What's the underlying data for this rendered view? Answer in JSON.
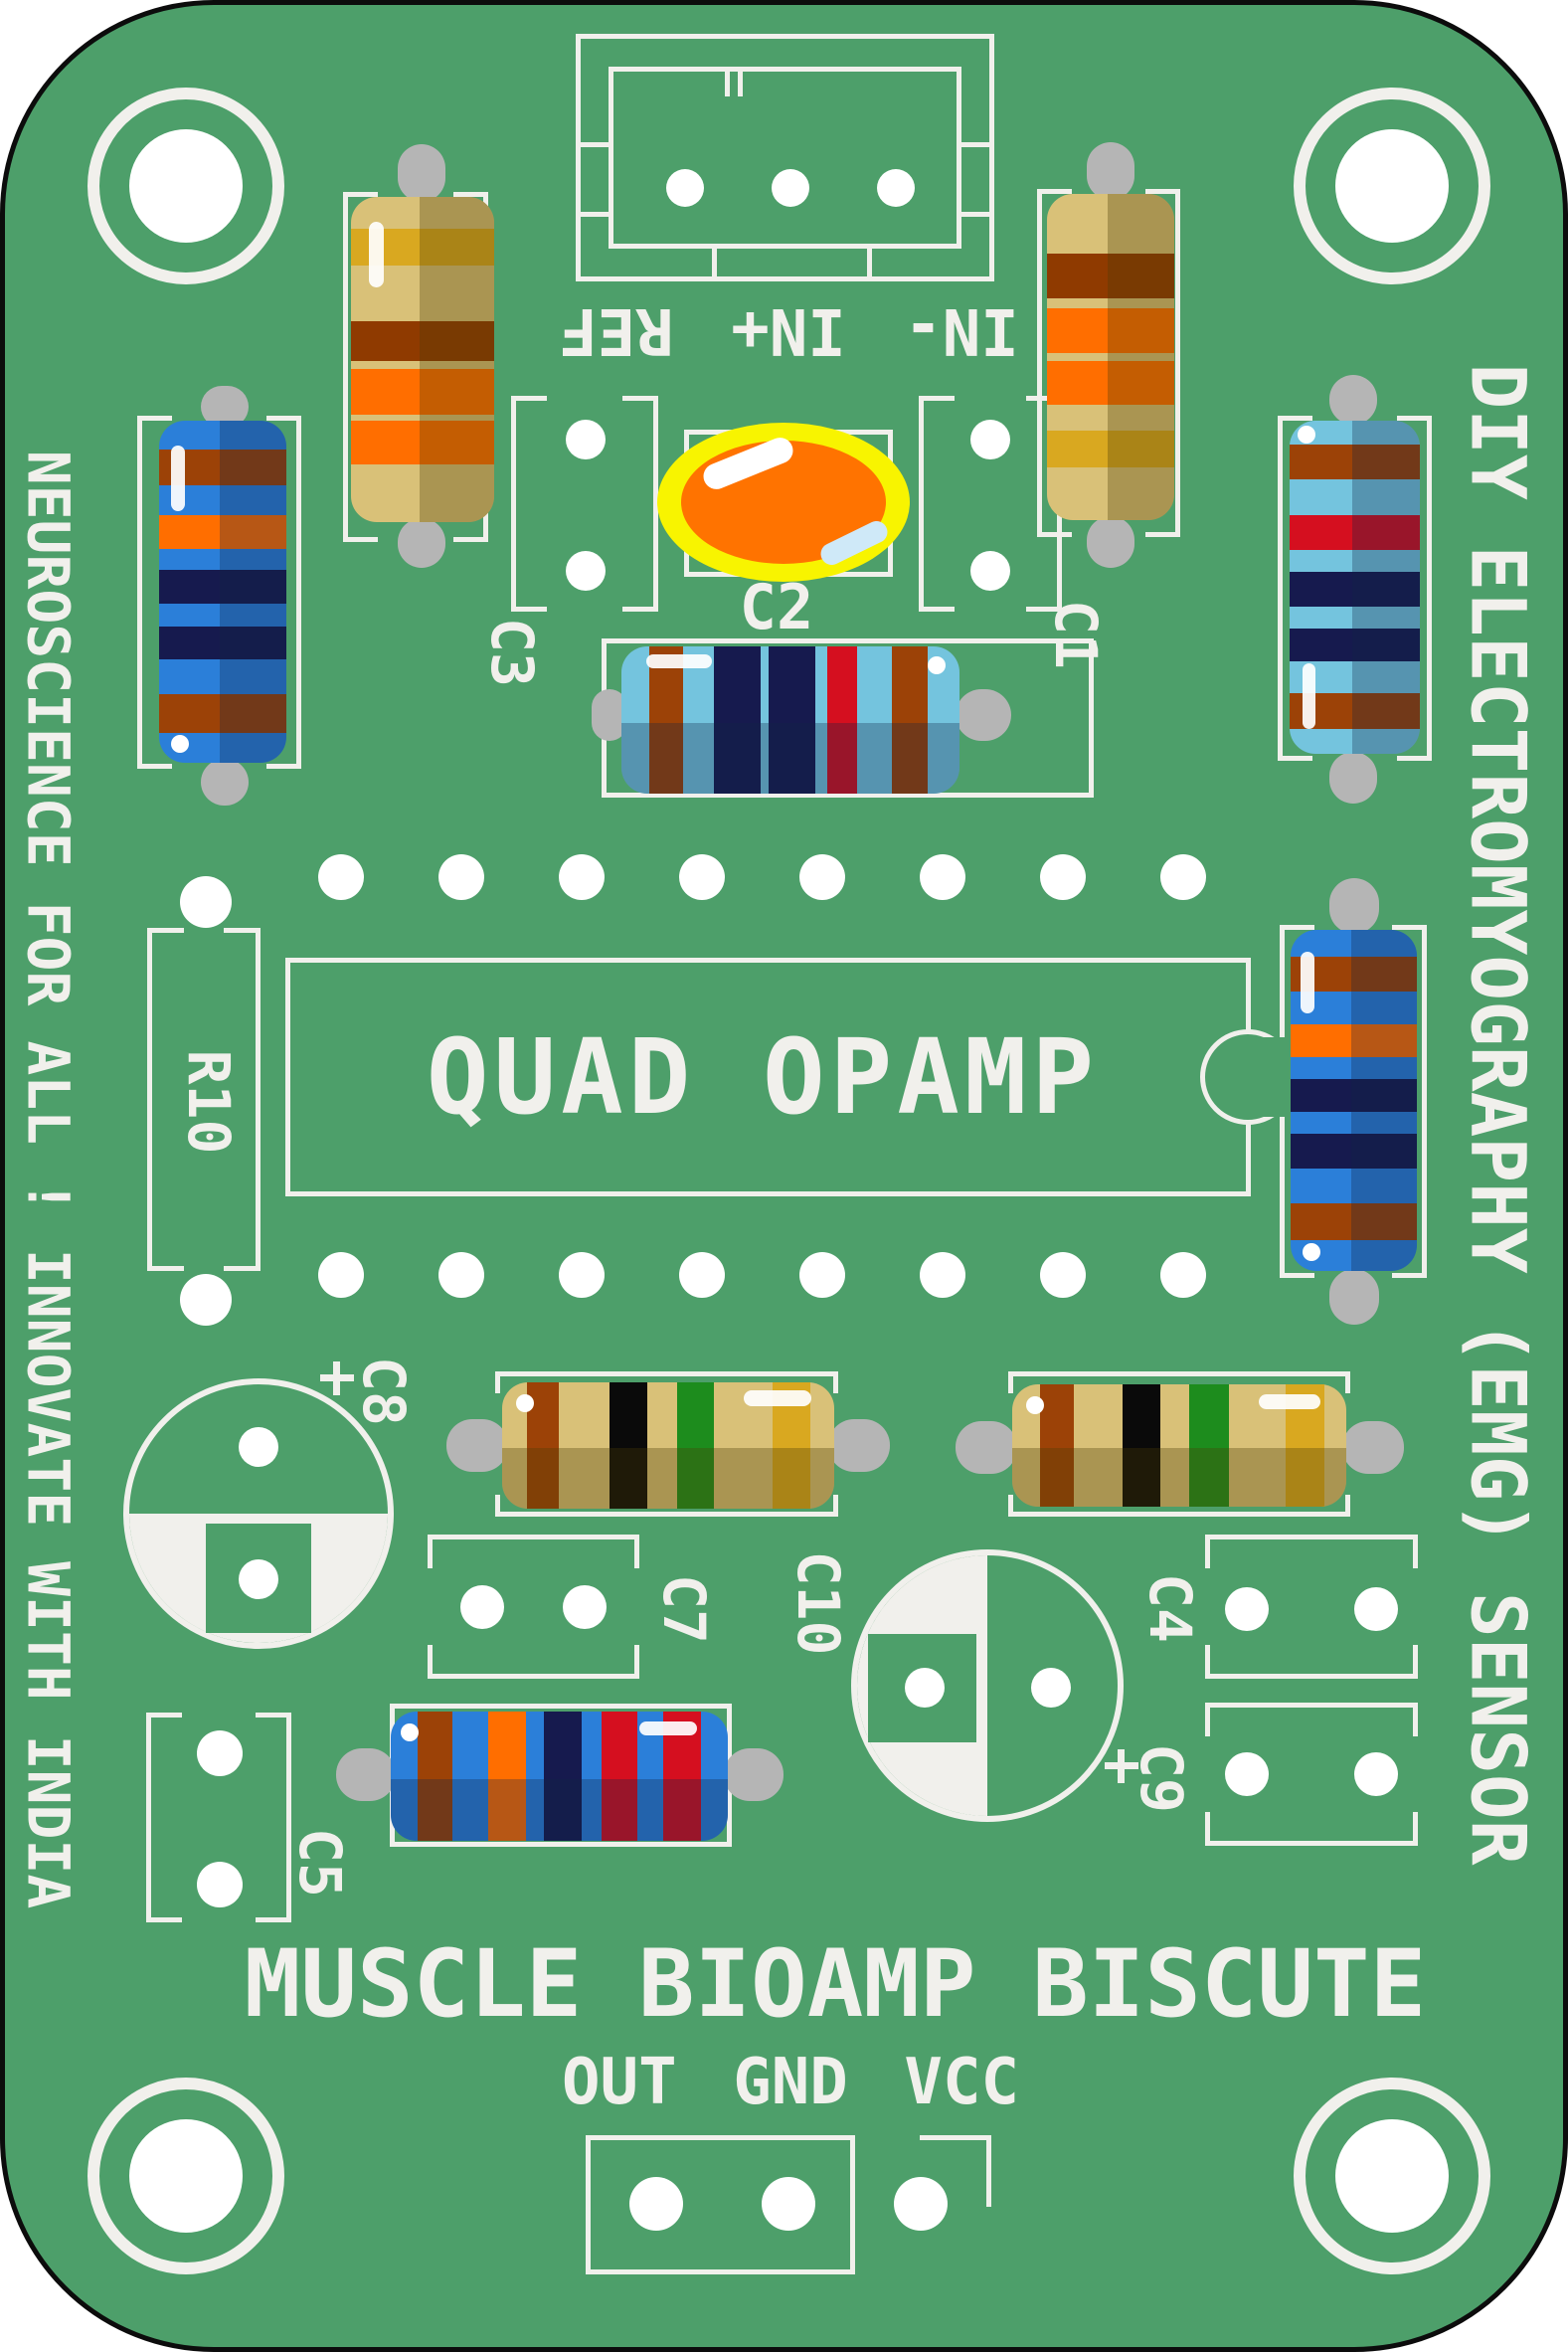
{
  "palette": {
    "board_green": "#4d9f6a",
    "silk_white": "#f1f0ec",
    "hole_white": "#ffffff",
    "lead_gray": "#b5b5b5",
    "body_blue": "#2b7fd9",
    "body_light_blue": "#74c4de",
    "body_tan": "#d9c178",
    "band_brown": "#9c4207",
    "band_dark_brown": "#8f3a00",
    "band_orange": "#ff6e00",
    "band_navy": "#161a4e",
    "band_red": "#d50f1f",
    "band_black": "#0a0a0a",
    "band_green": "#1d8c1d",
    "band_gold": "#d9a820",
    "led_yellow": "#f8f400",
    "led_orange": "#ff7300"
  },
  "texts": {
    "title": "MUSCLE BIOAMP BISCUTE",
    "left_side": "NEUROSCIENCE FOR ALL ! INNOVATE WITH INDIA",
    "right_side": "DIY ELECTROMYOGRAPHY (EMG) SENSOR",
    "ic": "QUAD OPAMP"
  },
  "connector_top": {
    "labels": [
      "REF",
      "IN+",
      "IN-"
    ]
  },
  "connector_bottom": {
    "labels": [
      "OUT",
      "GND",
      "VCC"
    ]
  },
  "ref_labels": {
    "c1": "C1",
    "c2": "C2",
    "c3": "C3",
    "c4": "C4",
    "c5": "C5",
    "c7": "C7",
    "c8": "C8",
    "c9": "C9",
    "c10": "C10",
    "r10": "R10"
  },
  "resistors": {
    "left_blue": {
      "body": "body_blue",
      "bands": [
        "band_brown",
        "band_orange",
        "band_navy",
        "band_navy",
        "band_brown"
      ]
    },
    "top_left_tan": {
      "body": "body_tan",
      "bands": [
        "band_gold",
        "band_dark_brown",
        "band_orange",
        "band_orange"
      ]
    },
    "top_right_tan": {
      "body": "body_tan",
      "bands": [
        "band_dark_brown",
        "band_orange",
        "band_orange",
        "band_gold"
      ]
    },
    "right_light_blue": {
      "body": "body_light_blue",
      "bands": [
        "band_brown",
        "band_red",
        "band_navy",
        "band_navy",
        "band_brown"
      ]
    },
    "center_light_blue": {
      "body": "body_light_blue",
      "bands": [
        "band_brown",
        "band_navy",
        "band_navy",
        "band_red",
        "band_brown"
      ]
    },
    "right_blue": {
      "body": "body_blue",
      "bands": [
        "band_brown",
        "band_orange",
        "band_navy",
        "band_navy",
        "band_brown"
      ]
    },
    "bottom_left_tan": {
      "body": "body_tan",
      "bands": [
        "band_brown",
        "band_black",
        "band_green",
        "band_gold"
      ]
    },
    "bottom_right_tan": {
      "body": "body_tan",
      "bands": [
        "band_brown",
        "band_black",
        "band_green",
        "band_gold"
      ]
    },
    "bottom_blue": {
      "body": "body_blue",
      "bands": [
        "band_brown",
        "band_orange",
        "band_navy",
        "band_red",
        "band_red"
      ]
    }
  }
}
